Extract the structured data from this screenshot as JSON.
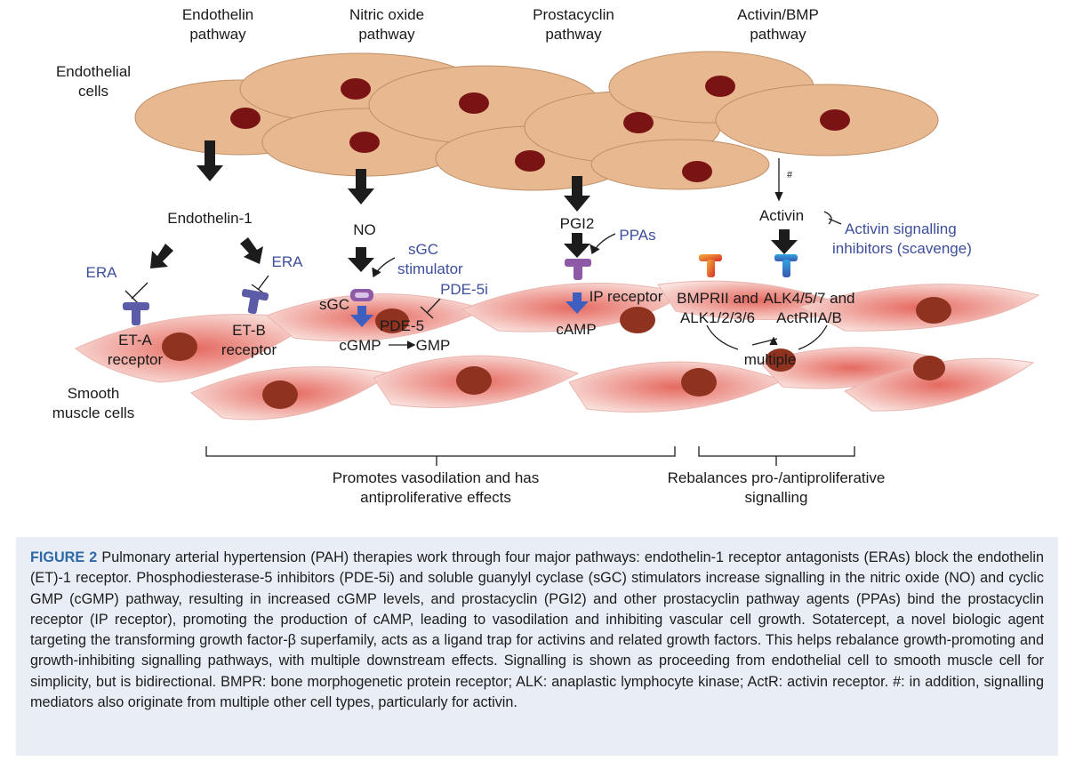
{
  "pathways": {
    "endothelin": [
      "Endothelin",
      "pathway"
    ],
    "nitric_oxide": [
      "Nitric oxide",
      "pathway"
    ],
    "prostacyclin": [
      "Prostacyclin",
      "pathway"
    ],
    "activin": [
      "Activin/BMP",
      "pathway"
    ]
  },
  "cells": {
    "endothelial": [
      "Endothelial",
      "cells"
    ],
    "smooth_muscle": [
      "Smooth",
      "muscle cells"
    ]
  },
  "molecules": {
    "endothelin1": "Endothelin-1",
    "no": "NO",
    "pgi2": "PGI2",
    "activin": "Activin",
    "hash": "#",
    "sgc": "sGC",
    "cgmp": "cGMP",
    "gmp": "GMP",
    "pde5": "PDE-5",
    "camp": "cAMP",
    "multiple": "multiple"
  },
  "receptors": {
    "eta": [
      "ET-A",
      "receptor"
    ],
    "etb": [
      "ET-B",
      "receptor"
    ],
    "ip": "IP receptor",
    "bmpr": [
      "BMPRII and",
      "ALK1/2/3/6"
    ],
    "alk": [
      "ALK4/5/7 and",
      "ActRIIA/B"
    ]
  },
  "drugs": {
    "era_left": "ERA",
    "era_right": "ERA",
    "sgc_stimulator": [
      "sGC",
      "stimulator"
    ],
    "pde5i": "PDE-5i",
    "ppas": "PPAs",
    "activin_inhibitors": [
      "Activin signalling",
      "inhibitors (scavenge)"
    ]
  },
  "effects": {
    "vasodilation": [
      "Promotes vasodilation and has",
      "antiproliferative effects"
    ],
    "rebalance": [
      "Rebalances pro-/antiproliferative",
      "signalling"
    ]
  },
  "caption": {
    "label": "FIGURE 2",
    "text": " Pulmonary arterial hypertension (PAH) therapies work through four major pathways: endothelin-1 receptor antagonists (ERAs) block the endothelin (ET)-1 receptor. Phosphodiesterase-5 inhibitors (PDE-5i) and soluble guanylyl cyclase (sGC) stimulators increase signalling in the nitric oxide (NO) and cyclic GMP (cGMP) pathway, resulting in increased cGMP levels, and prostacyclin (PGI2) and other prostacyclin pathway agents (PPAs) bind the prostacyclin receptor (IP receptor), promoting the production of cAMP, leading to vasodilation and inhibiting vascular cell growth. Sotatercept, a novel biologic agent targeting the transforming growth factor-β superfamily, acts as a ligand trap for activins and related growth factors. This helps rebalance growth-promoting and growth-inhibiting signalling pathways, with multiple downstream effects. Signalling is shown as proceeding from endothelial cell to smooth muscle cell for simplicity, but is bidirectional. BMPR: bone morphogenetic protein receptor; ALK: anaplastic lymphocyte kinase; ActR: activin receptor. #: in addition, signalling mediators also originate from multiple other cell types, particularly for activin."
  },
  "colors": {
    "endothelial_cell": "#e8b890",
    "nucleus": "#7a1414",
    "smooth_muscle": "#e8736a",
    "receptor": "#5b5ba8",
    "blue_arrow": "#3f5fc0",
    "purple": "#8e5aa8",
    "drug_text": "#3d4e9c",
    "caption_label": "#2e6aa8",
    "caption_bg": "#e9edf5"
  }
}
